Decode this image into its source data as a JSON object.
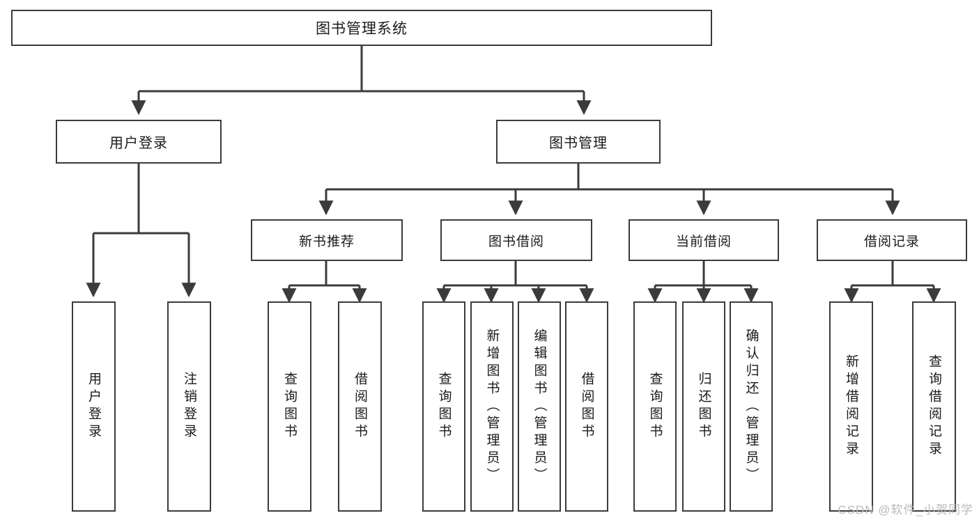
{
  "diagram": {
    "title": "图书管理系统",
    "watermark": "CSDN @软件_小贺同学",
    "stroke_color": "#3b3b3b",
    "background_color": "#ffffff",
    "level2": [
      {
        "label": "用户登录"
      },
      {
        "label": "图书管理"
      }
    ],
    "level3": [
      {
        "label": "新书推荐"
      },
      {
        "label": "图书借阅"
      },
      {
        "label": "当前借阅"
      },
      {
        "label": "借阅记录"
      }
    ],
    "leaves": {
      "user_login": [
        "用户登录",
        "注销登录"
      ],
      "new_book_recommend": [
        "查询图书",
        "借阅图书"
      ],
      "book_borrow": [
        "查询图书",
        "新增图书（管理员）",
        "编辑图书（管理员）",
        "借阅图书"
      ],
      "current_borrow": [
        "查询图书",
        "归还图书",
        "确认归还（管理员）"
      ],
      "borrow_record": [
        "新增借阅记录",
        "查询借阅记录"
      ]
    }
  }
}
